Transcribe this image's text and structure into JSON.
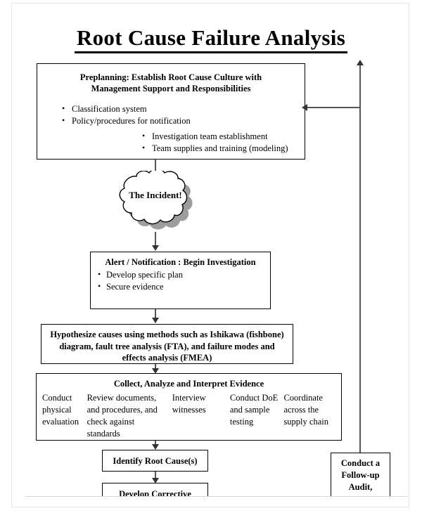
{
  "page": {
    "title": "Root Cause Failure Analysis"
  },
  "nodes": {
    "preplanning": {
      "heading": "Preplanning: Establish Root Cause Culture with Management Support and Responsibilities",
      "bullets_left": [
        "Classification system",
        "Policy/procedures for notification"
      ],
      "bullets_right": [
        "Investigation team establishment",
        "Team supplies and training (modeling)"
      ]
    },
    "incident": {
      "label": "The Incident!",
      "shape": "cloud"
    },
    "alert": {
      "heading": "Alert / Notification : Begin Investigation",
      "bullets": [
        "Develop specific plan",
        "Secure evidence"
      ]
    },
    "hypothesize": {
      "heading": "Hypothesize causes using methods such as Ishikawa (fishbone) diagram, fault tree analysis (FTA), and failure modes and effects analysis (FMEA)"
    },
    "collect": {
      "heading": "Collect, Analyze and Interpret Evidence",
      "columns": [
        "Conduct physical evaluation",
        "Review documents, and procedures, and check against standards",
        "Interview witnesses",
        "Conduct DoE and sample testing",
        "Coordinate across the supply chain"
      ]
    },
    "identify": {
      "heading": "Identify Root Cause(s)"
    },
    "develop": {
      "heading": "Develop Corrective"
    },
    "followup": {
      "heading": "Conduct a Follow-up Audit,"
    }
  },
  "connectors": {
    "preplanning_to_incident": "arrow-down",
    "incident_to_alert": "arrow-down",
    "alert_to_hypothesize": "arrow-down",
    "hypothesize_to_collect": "arrow-down",
    "collect_to_identify": "arrow-down",
    "identify_to_develop": "arrow-down",
    "followup_feedback": "arrow-left-into-preplanning"
  },
  "colors": {
    "stroke": "#000000",
    "connector": "#555555",
    "shadow": "#8c8c8c",
    "background": "#ffffff"
  }
}
